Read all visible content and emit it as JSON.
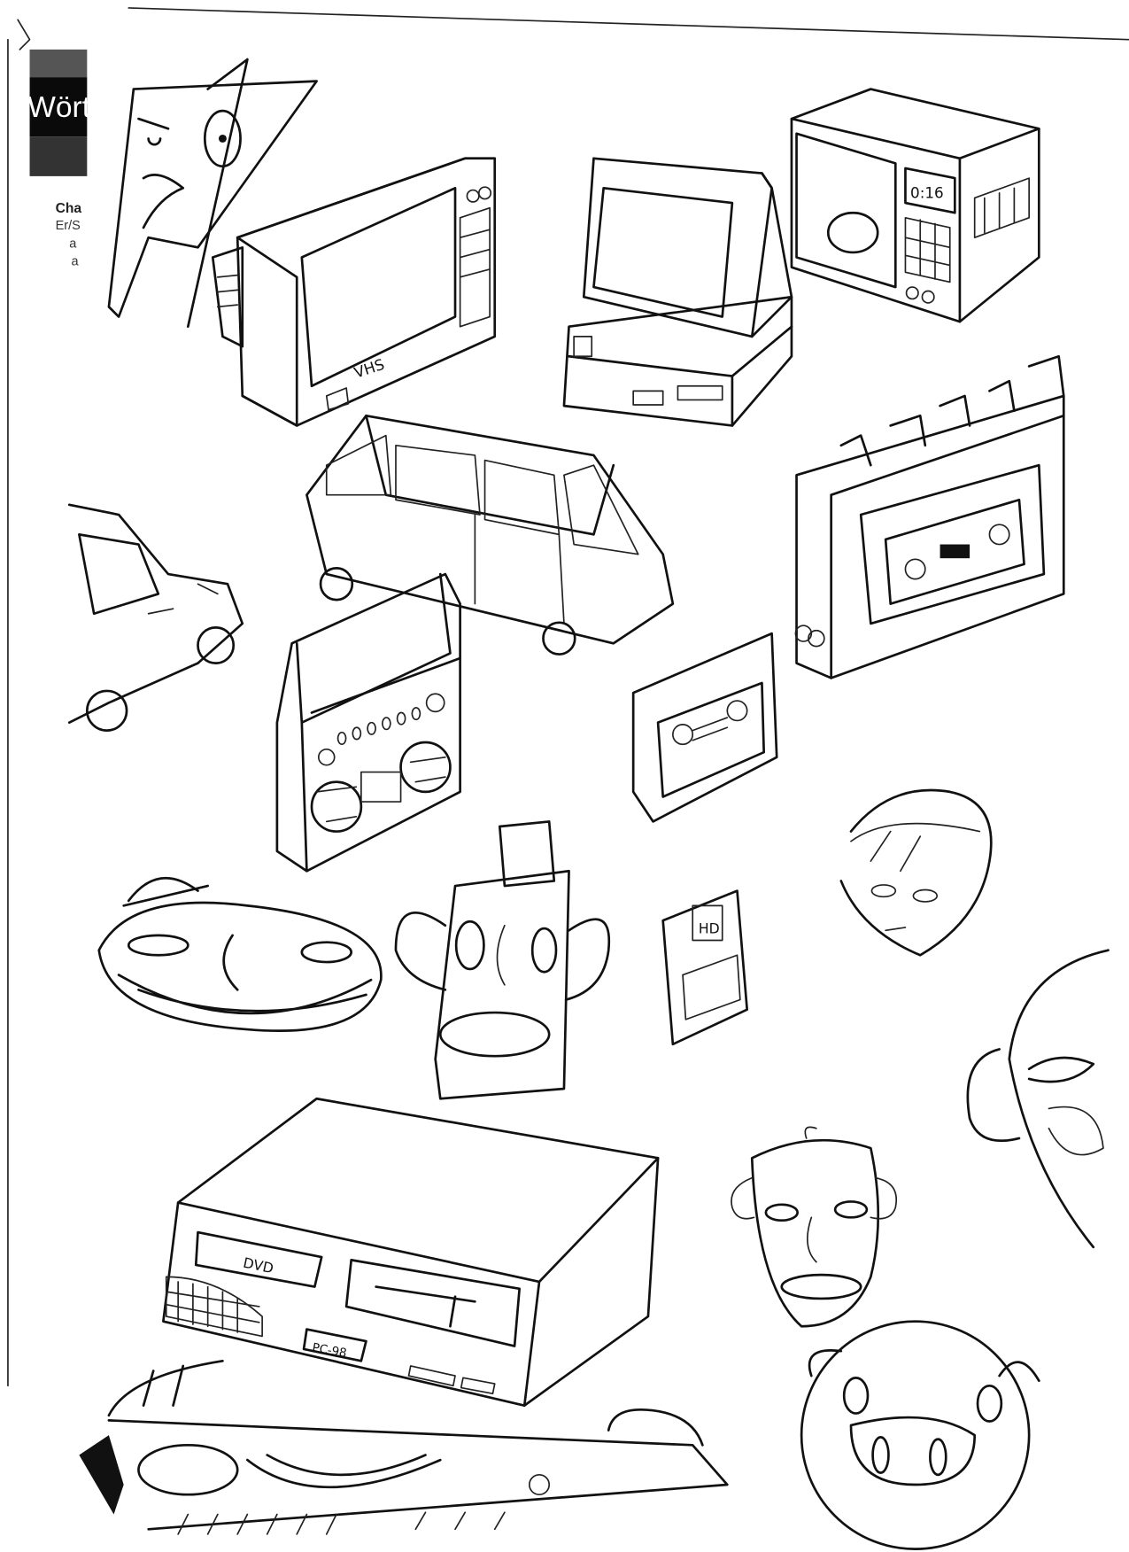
{
  "scrap": {
    "banner_text": "Wört",
    "heading": "Cha",
    "line1": "Er/S",
    "line2": "a",
    "line3": "a"
  },
  "labels": {
    "tv": "VHS",
    "microwave_clock": "0:16",
    "floppy": "HD",
    "pc_drive": "DVD",
    "pc_badge": "PC-98"
  },
  "colors": {
    "paper": "#ffffff",
    "ink": "#111111",
    "banner": "#0a0a0a"
  }
}
